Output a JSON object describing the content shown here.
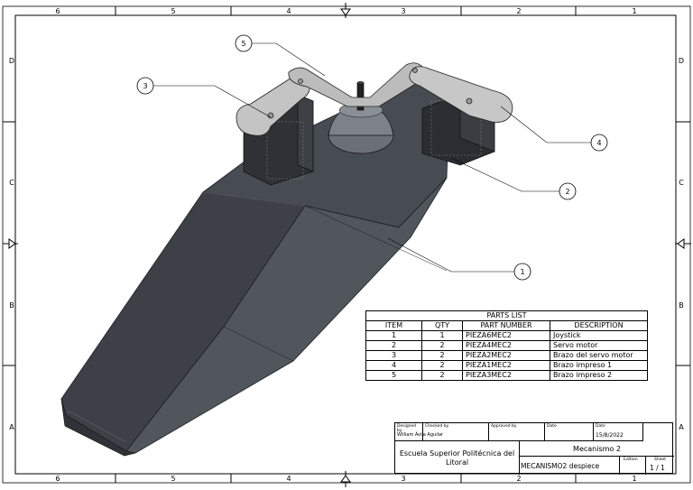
{
  "frame": {
    "column_labels": [
      "6",
      "5",
      "4",
      "3",
      "2",
      "1"
    ],
    "row_labels": [
      "D",
      "C",
      "B",
      "A"
    ]
  },
  "callouts": [
    "1",
    "2",
    "3",
    "4",
    "5"
  ],
  "parts_list": {
    "title": "PARTS LIST",
    "headers": [
      "ITEM",
      "QTY",
      "PART NUMBER",
      "DESCRIPTION"
    ],
    "rows": [
      [
        "1",
        "1",
        "PIEZA6MEC2",
        "Joystick"
      ],
      [
        "2",
        "2",
        "PIEZA4MEC2",
        "Servo motor"
      ],
      [
        "3",
        "2",
        "PIEZA2MEC2",
        "Brazo del servo motor"
      ],
      [
        "4",
        "2",
        "PIEZA1MEC2",
        "Brazo impreso 1"
      ],
      [
        "5",
        "2",
        "PIEZA3MEC2",
        "Brazo impreso 2"
      ]
    ]
  },
  "title_block": {
    "designed_by_label": "Designed by",
    "designed_by": "William Ávila Aguilar",
    "checked_by_label": "Checked by",
    "approved_by_label": "Approved by",
    "date_label": "Date",
    "date_label_2": "Date",
    "date": "15/8/2022",
    "organization": "Escuela Superior Politécnica del Litoral",
    "title": "Mecanismo 2",
    "subtitle": "MECANISMO2 despiece",
    "edition_label": "Edition",
    "sheet_label": "Sheet",
    "sheet": "1 / 1"
  },
  "colors": {
    "body_dark": "#3a3e43",
    "body_mid": "#4a4f55",
    "body_light": "#5b6067",
    "arm": "#bfbfbf",
    "servo": "#2e3135"
  }
}
